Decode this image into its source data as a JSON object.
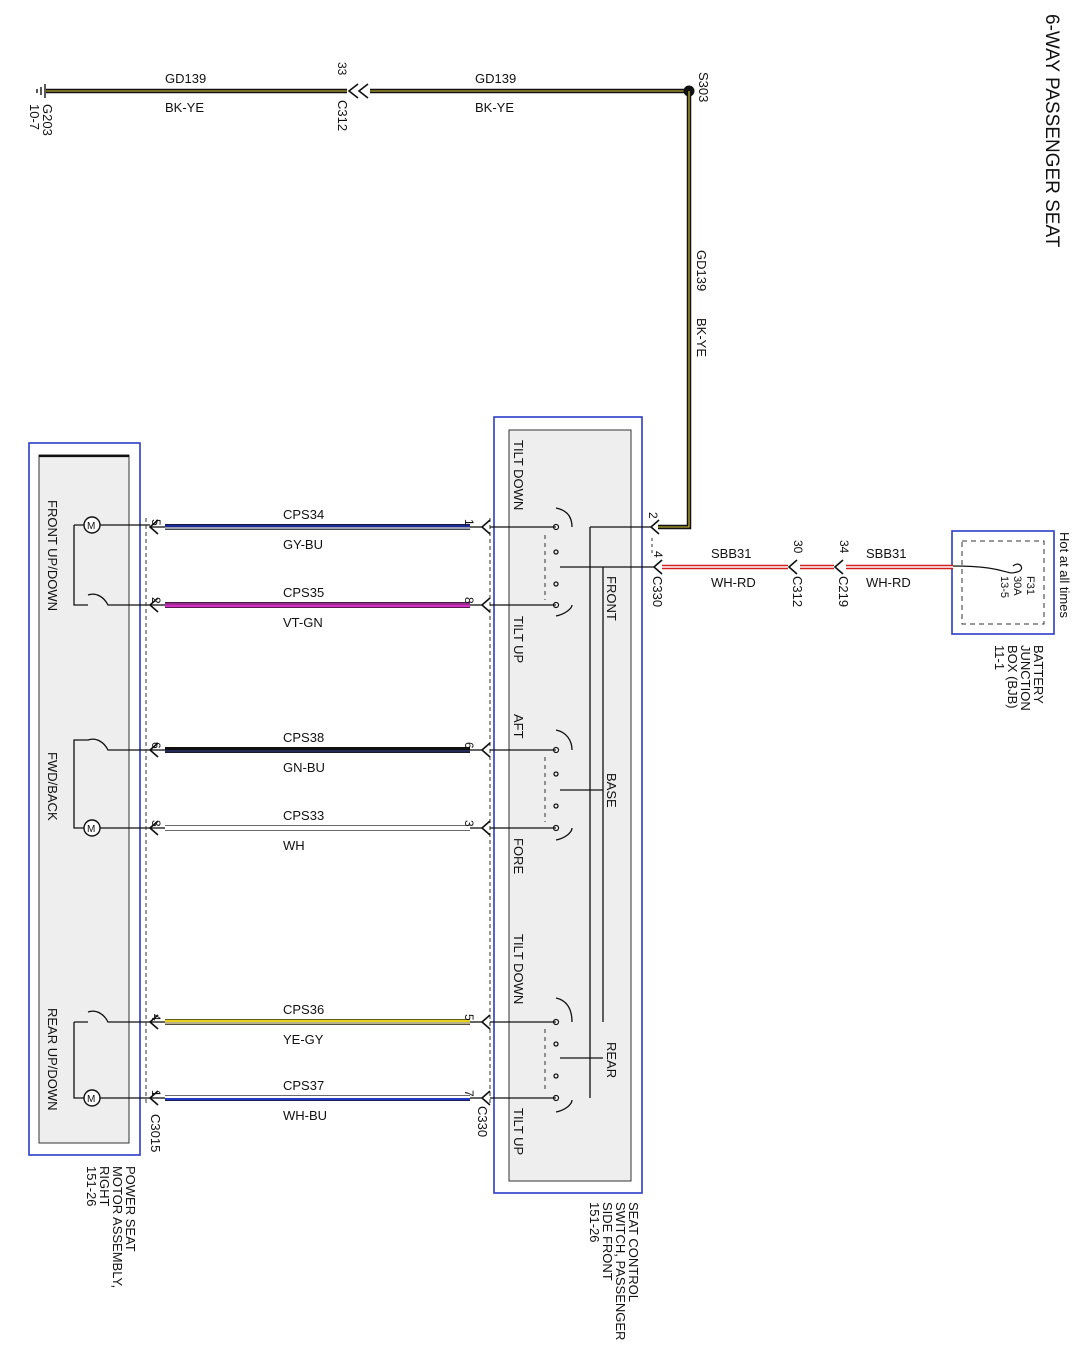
{
  "title": "6-WAY PASSENGER SEAT",
  "ground": {
    "id": "G203",
    "ref": "10-7"
  },
  "splice": "S303",
  "ground_wires": [
    {
      "circuit": "GD139",
      "color": "BK-YE"
    },
    {
      "circuit": "GD139",
      "color": "BK-YE"
    },
    {
      "circuit": "GD139",
      "color": "BK-YE"
    }
  ],
  "ground_connector": {
    "name": "C312",
    "pin": "33"
  },
  "power": {
    "hot_at": "Hot at all times",
    "fuse": {
      "name": "F31",
      "rating": "30A",
      "ref": "13-5"
    },
    "bjb": {
      "l1": "BATTERY",
      "l2": "JUNCTION",
      "l3": "BOX (BJB)",
      "l4": "11-1"
    },
    "wires": [
      {
        "circuit": "SBB31",
        "color": "WH-RD"
      },
      {
        "circuit": "SBB31",
        "color": "WH-RD"
      }
    ],
    "connectors": [
      {
        "name": "C219",
        "pin": "34"
      },
      {
        "name": "C312",
        "pin": "30"
      }
    ]
  },
  "switch": {
    "connector": "C330",
    "labels": {
      "tilt_down_1": "TILT DOWN",
      "tilt_up_1": "TILT UP",
      "aft": "AFT",
      "fore": "FORE",
      "tilt_down_2": "TILT DOWN",
      "tilt_up_2": "TILT UP",
      "front": "FRONT",
      "base": "BASE",
      "rear": "REAR"
    },
    "ground_pin": "2",
    "power_pin": "4",
    "caption": {
      "l1": "SEAT CONTROL",
      "l2": "SWITCH, PASSENGER",
      "l3": "SIDE FRONT",
      "l4": "151-26"
    }
  },
  "motor": {
    "connector": "C3015",
    "labels": {
      "front": "FRONT UP/DOWN",
      "fwd": "FWD/BACK",
      "rear": "REAR UP/DOWN"
    },
    "caption": {
      "l1": "POWER SEAT",
      "l2": "MOTOR ASSEMBLY,",
      "l3": "RIGHT",
      "l4": "151-26"
    }
  },
  "motor_wires": [
    {
      "circuit": "CPS34",
      "color": "GY-BU",
      "switch_pin": "1",
      "motor_pin": "5",
      "colors": [
        "#1f2a9a",
        "#9aa0b0"
      ]
    },
    {
      "circuit": "CPS35",
      "color": "VT-GN",
      "switch_pin": "8",
      "motor_pin": "2",
      "colors": [
        "#9b2c8f",
        "#d22fc0"
      ]
    },
    {
      "circuit": "CPS38",
      "color": "GN-BU",
      "switch_pin": "6",
      "motor_pin": "6",
      "colors": [
        "#111111",
        "#232a55"
      ]
    },
    {
      "circuit": "CPS33",
      "color": "WH",
      "switch_pin": "3",
      "motor_pin": "3",
      "colors": [
        "#ffffff",
        "#ffffff"
      ]
    },
    {
      "circuit": "CPS36",
      "color": "YE-GY",
      "switch_pin": "5",
      "motor_pin": "4",
      "colors": [
        "#e8d21e",
        "#b8b08a"
      ]
    },
    {
      "circuit": "CPS37",
      "color": "WH-BU",
      "switch_pin": "7",
      "motor_pin": "1",
      "colors": [
        "#ffffff",
        "#2438c8"
      ]
    }
  ]
}
